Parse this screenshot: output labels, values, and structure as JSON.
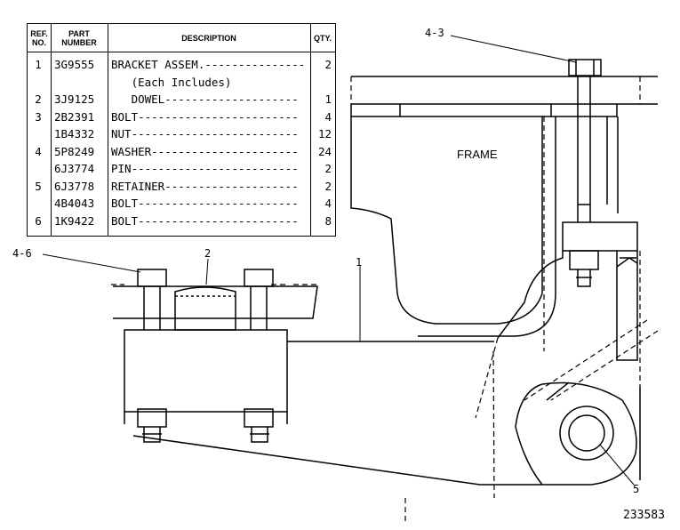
{
  "table": {
    "headers": {
      "ref": "REF.\nNO.",
      "part": "PART\nNUMBER",
      "desc": "DESCRIPTION",
      "qty": "QTY."
    },
    "rows": [
      {
        "ref": "1",
        "part": "3G9555",
        "desc": "BRACKET ASSEM.---------------",
        "qty": "2"
      },
      {
        "ref": "",
        "part": "",
        "desc": "   (Each Includes)",
        "qty": ""
      },
      {
        "ref": "2",
        "part": "3J9125",
        "desc": "   DOWEL--------------------",
        "qty": "1"
      },
      {
        "ref": "3",
        "part": "2B2391",
        "desc": "BOLT------------------------",
        "qty": "4"
      },
      {
        "ref": "",
        "part": "1B4332",
        "desc": "NUT-------------------------",
        "qty": "12"
      },
      {
        "ref": "4",
        "part": "5P8249",
        "desc": "WASHER----------------------",
        "qty": "24"
      },
      {
        "ref": "",
        "part": "6J3774",
        "desc": "PIN-------------------------",
        "qty": "2"
      },
      {
        "ref": "5",
        "part": "6J3778",
        "desc": "RETAINER--------------------",
        "qty": "2"
      },
      {
        "ref": "",
        "part": "4B4043",
        "desc": "BOLT------------------------",
        "qty": "4"
      },
      {
        "ref": "6",
        "part": "1K9422",
        "desc": "BOLT------------------------",
        "qty": "8"
      }
    ]
  },
  "callouts": {
    "c43": "4-3",
    "c46": "4-6",
    "c2": "2",
    "c1": "1",
    "c5": "5"
  },
  "frame_label": "FRAME",
  "figure_number": "233583"
}
